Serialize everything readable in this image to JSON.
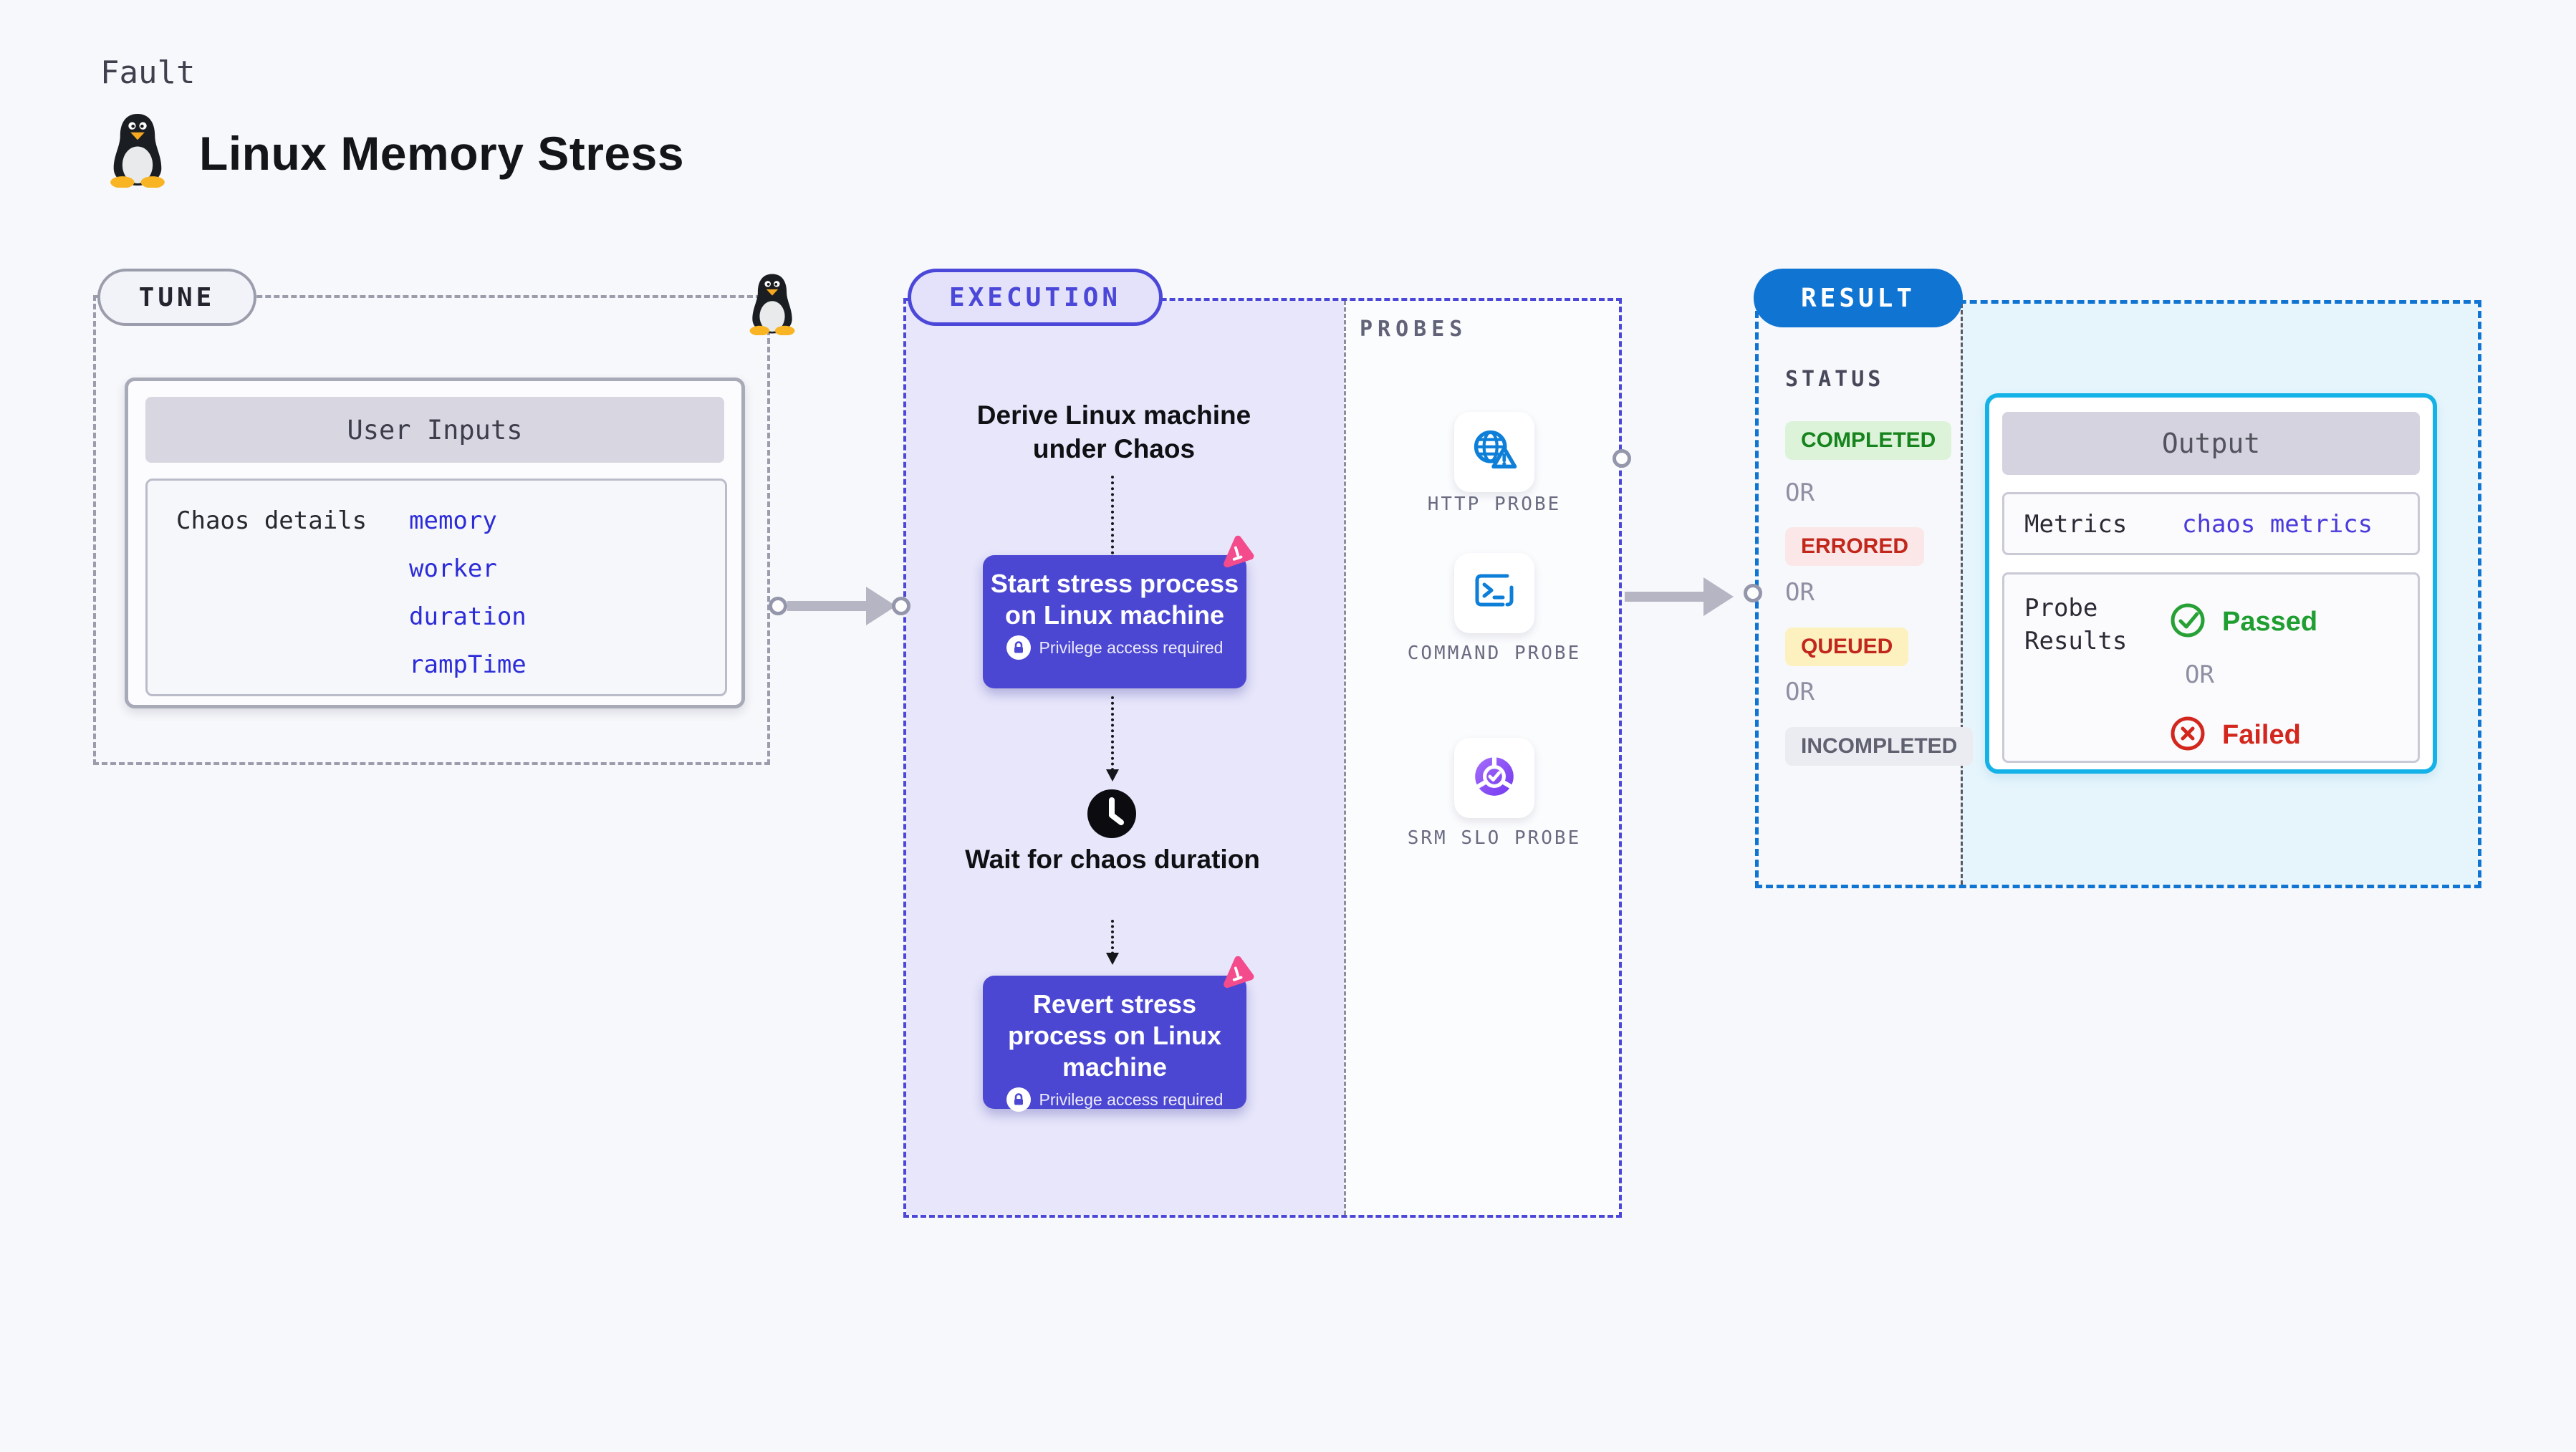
{
  "header": {
    "kicker": "Fault",
    "title": "Linux Memory Stress"
  },
  "tune": {
    "badge": "TUNE",
    "card": {
      "header": "User Inputs",
      "row_label": "Chaos details",
      "values": [
        "memory",
        "worker",
        "duration",
        "rampTime"
      ]
    }
  },
  "execution": {
    "badge": "EXECUTION",
    "derive_text": "Derive Linux machine under Chaos",
    "start_node": {
      "title": "Start stress process on Linux machine",
      "note": "Privilege access required"
    },
    "wait_text": "Wait for chaos duration",
    "revert_node": {
      "title": "Revert stress process on Linux machine",
      "note": "Privilege access required"
    },
    "probes": {
      "label": "PROBES",
      "items": [
        {
          "label": "HTTP PROBE",
          "icon": "globe-alert-icon"
        },
        {
          "label": "COMMAND PROBE",
          "icon": "terminal-icon"
        },
        {
          "label": "SRM SLO PROBE",
          "icon": "slo-gauge-icon"
        }
      ]
    }
  },
  "result": {
    "badge": "RESULT",
    "status_label": "STATUS",
    "or_label": "OR",
    "statuses": [
      {
        "label": "COMPLETED",
        "bg": "#dcf3da",
        "color": "#17831d"
      },
      {
        "label": "ERRORED",
        "bg": "#fbe7e7",
        "color": "#c2271c"
      },
      {
        "label": "QUEUED",
        "bg": "#fdf1c0",
        "color": "#c2271c"
      },
      {
        "label": "INCOMPLETED",
        "bg": "#ebecf1",
        "color": "#5f6171"
      }
    ],
    "output": {
      "header": "Output",
      "metrics_label": "Metrics",
      "metrics_value": "chaos metrics",
      "probe_results_label": "Probe Results",
      "passed": "Passed",
      "failed": "Failed"
    }
  },
  "colors": {
    "page_bg": "#f7f8fb",
    "execution_accent": "#4b47d8",
    "execution_fill": "#e7e6fb",
    "node_fill": "#4b47d2",
    "result_accent": "#0f74d2",
    "result_fill": "#e6f5fc",
    "output_border": "#14b2e7",
    "value_blue": "#2c2cd8",
    "metrics_blue": "#4b3bdc",
    "passed_green": "#1f9e31",
    "failed_red": "#d3271d",
    "chaos_pink": "#f34b8b",
    "probe_icon_blue": "#0e7fd8",
    "arrow_gray": "#b5b5c4"
  }
}
